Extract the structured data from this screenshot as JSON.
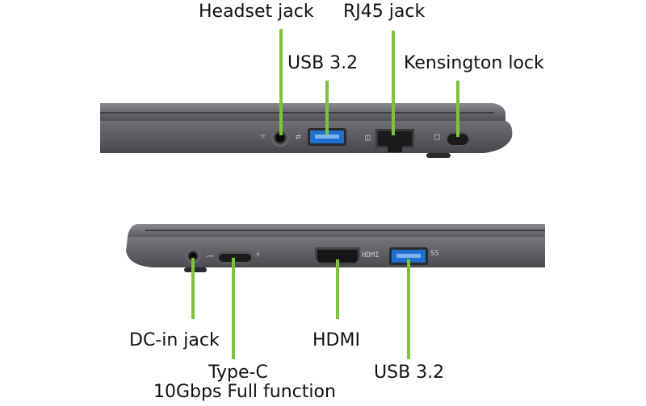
{
  "labels": {
    "headset_jack": "Headset jack",
    "rj45_jack": "RJ45 jack",
    "usb_top": "USB 3.2",
    "kensington_lock": "Kensington lock",
    "dc_in_jack": "DC-in jack",
    "type_c_line1": "Type-C",
    "type_c_line2": "10Gbps Full function",
    "hdmi": "HDMI",
    "usb_bottom": "USB 3.2"
  },
  "port_marks": {
    "hdmi_symbol": "HDMI",
    "usb_symbol": "SS"
  },
  "colors": {
    "leader": "#7fc241",
    "chassis": "#5f6064",
    "usb_port": "#1f6fd1"
  }
}
